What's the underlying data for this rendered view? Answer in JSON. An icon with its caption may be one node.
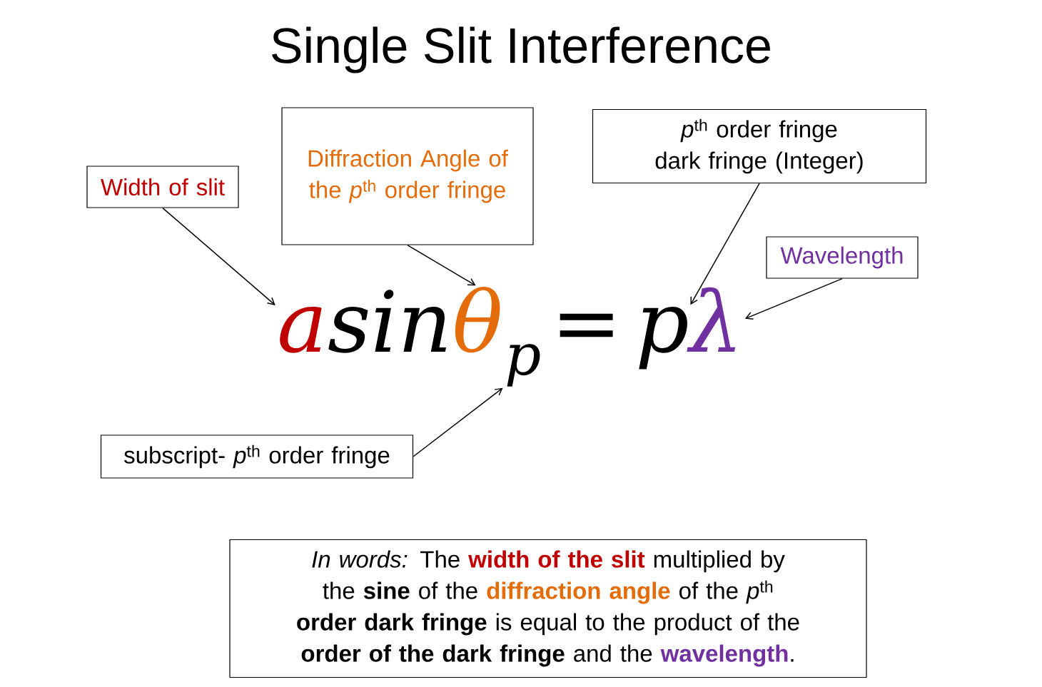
{
  "diagram": {
    "title": "Single Slit Interference",
    "nodes": [
      {
        "text": [
          "Width of slit"
        ]
      },
      {
        "text": [
          "Diffraction Angle of the *p*$^{th}$ order fringe"
        ]
      },
      {
        "text": [
          "*p*$^{th}$ order fringe dark fringe (Integer)"
        ]
      },
      {
        "text": [
          "Wavelength"
        ]
      },
      {
        "text": [
          "a"
        ]
      },
      {
        "text": [
          "sin"
        ]
      },
      {
        "text": [
          "θ"
        ]
      },
      {
        "text": [
          "p"
        ]
      },
      {
        "text": [
          "="
        ]
      },
      {
        "text": [
          "p"
        ]
      },
      {
        "text": [
          "λ"
        ]
      },
      {
        "text": [
          "subscript- *p*$^{th}$ order fringe"
        ]
      },
      {
        "text": [
          "*In words:* The **width of the slit** multiplied by the **sine** of the **diffraction angle** of the *p*$^{th}$ **order dark fringe** is equal to the product of the **order of the dark fringe** and the **wavelength**."
        ]
      }
    ],
    "edges": [
      {
        "from": 0,
        "to": 4,
        "arrow": "to"
      },
      {
        "from": 1,
        "to": 6,
        "arrow": "to"
      },
      {
        "from": 2,
        "to": 9,
        "arrow": "to"
      },
      {
        "from": 3,
        "to": 10,
        "arrow": "to"
      },
      {
        "from": 11,
        "to": 7,
        "arrow": "to"
      }
    ]
  }
}
